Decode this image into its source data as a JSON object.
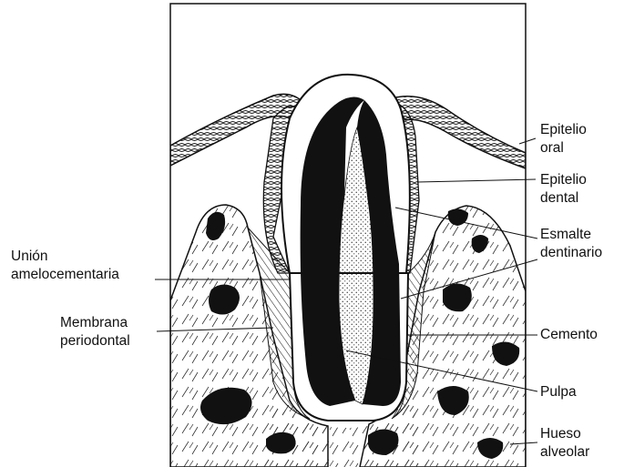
{
  "labels": {
    "epitelio_oral": [
      "Epitelio",
      "oral"
    ],
    "epitelio_dental": [
      "Epitelio",
      "dental"
    ],
    "esmalte_dentinario": [
      "Esmalte",
      "dentinario"
    ],
    "cemento": "Cemento",
    "pulpa": "Pulpa",
    "hueso_alveolar": [
      "Hueso",
      "alveolar"
    ],
    "union_amelocementaria": [
      "Unión",
      "amelocementaria"
    ],
    "membrana_periodontal": [
      "Membrana",
      "periodontal"
    ]
  }
}
